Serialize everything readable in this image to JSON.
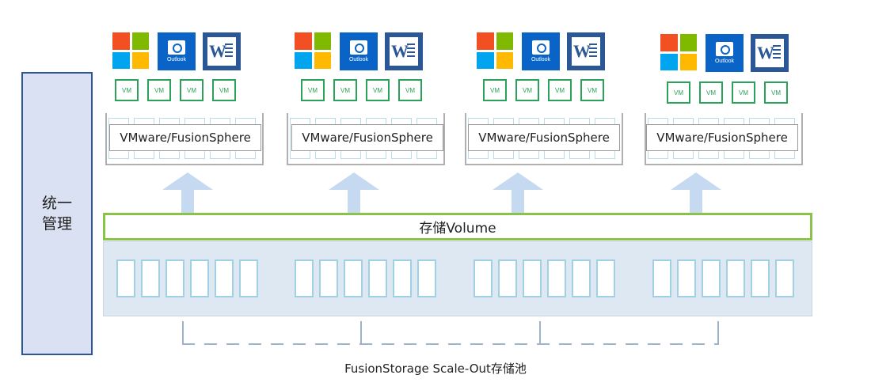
{
  "management": {
    "line1": "统一",
    "line2": "管理"
  },
  "hosts": [
    {
      "hypervisor_label": "VMware/FusionSphere",
      "vm_labels": [
        "VM",
        "VM",
        "VM",
        "VM"
      ],
      "outlook_text": "Outlook"
    },
    {
      "hypervisor_label": "VMware/FusionSphere",
      "vm_labels": [
        "VM",
        "VM",
        "VM",
        "VM"
      ],
      "outlook_text": "Outlook"
    },
    {
      "hypervisor_label": "VMware/FusionSphere",
      "vm_labels": [
        "VM",
        "VM",
        "VM",
        "VM"
      ],
      "outlook_text": "Outlook"
    },
    {
      "hypervisor_label": "VMware/FusionSphere",
      "vm_labels": [
        "VM",
        "VM",
        "VM",
        "VM"
      ],
      "outlook_text": "Outlook"
    }
  ],
  "volume": {
    "label": "存储Volume"
  },
  "pool": {
    "caption": "FusionStorage Scale-Out存储池"
  },
  "colors": {
    "management_fill": "#d9e1f2",
    "management_border": "#2f5597",
    "vm_border": "#2aa25a",
    "volume_border": "#8bc34a",
    "pool_fill": "#dde8f3",
    "arrow_fill": "#c5d9f1",
    "ms_red": "#f25022",
    "ms_green": "#7fba00",
    "ms_blue": "#00a4ef",
    "ms_yellow": "#ffb900",
    "outlook_blue": "#0a64c8",
    "word_blue": "#2b5797"
  }
}
